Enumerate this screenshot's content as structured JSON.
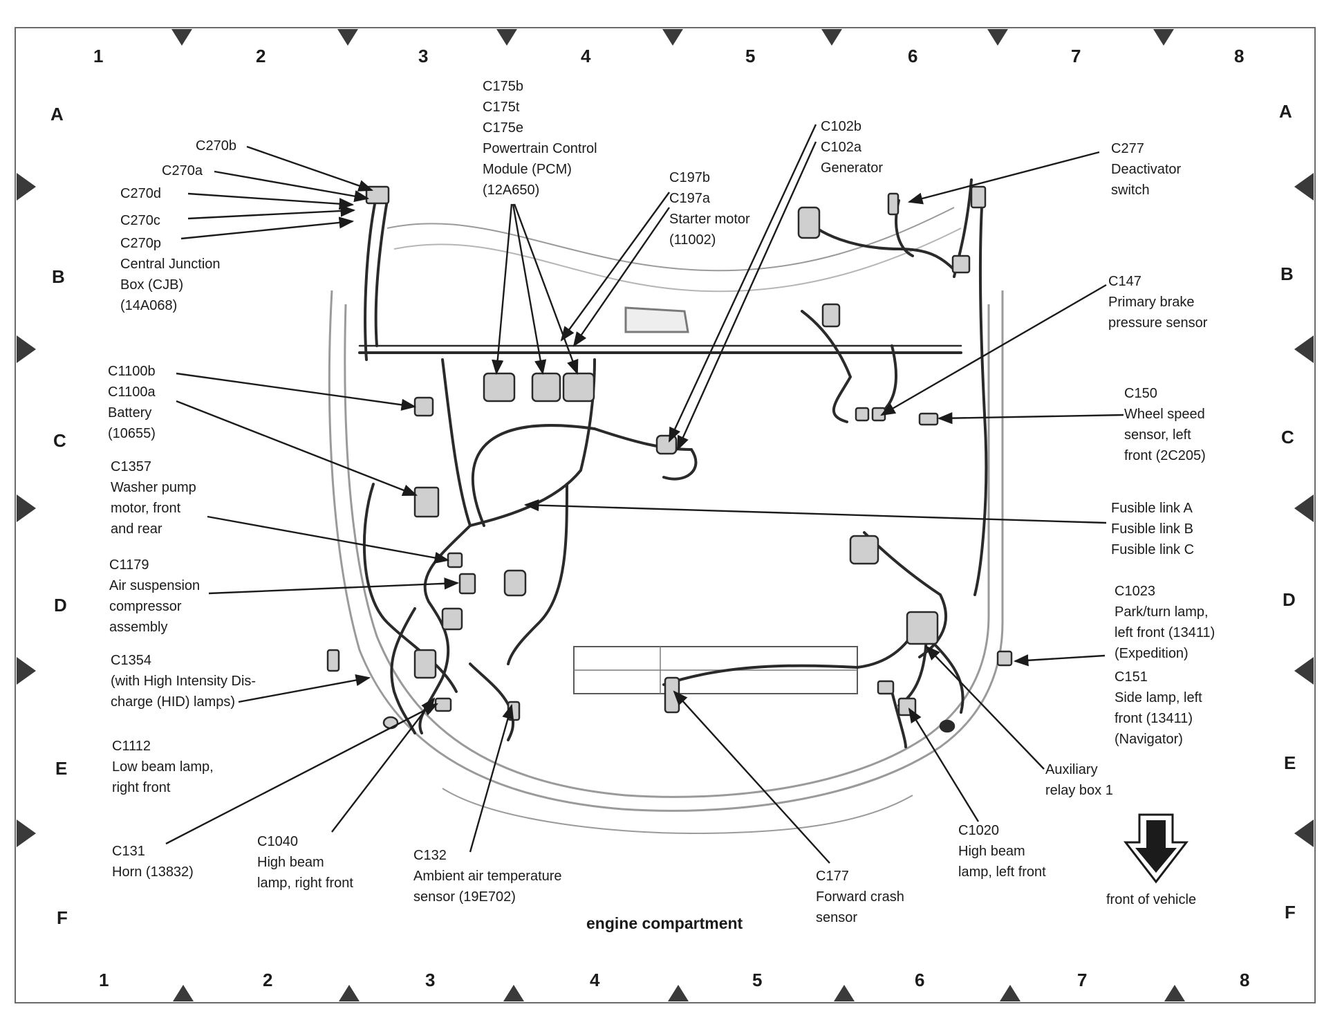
{
  "title": "engine compartment",
  "grid": {
    "columns": [
      "1",
      "2",
      "3",
      "4",
      "5",
      "6",
      "7",
      "8"
    ],
    "rows": [
      "A",
      "B",
      "C",
      "D",
      "E",
      "F"
    ]
  },
  "callouts": {
    "c270b": [
      "C270b"
    ],
    "c270a": [
      "C270a"
    ],
    "c270d": [
      "C270d"
    ],
    "c270c": [
      "C270c"
    ],
    "cjb": [
      "C270p",
      "Central Junction",
      "Box (CJB)",
      "(14A068)"
    ],
    "pcm": [
      "C175b",
      "C175t",
      "C175e",
      "Powertrain Control",
      "Module (PCM)",
      "(12A650)"
    ],
    "starter": [
      "C197b",
      "C197a",
      "Starter motor",
      "(11002)"
    ],
    "generator": [
      "C102b",
      "C102a",
      "Generator"
    ],
    "deactivator": [
      "C277",
      "Deactivator",
      "switch"
    ],
    "brake_sensor": [
      "C147",
      "Primary brake",
      "pressure sensor"
    ],
    "battery": [
      "C1100b",
      "C1100a",
      "Battery",
      "(10655)"
    ],
    "wheel_speed": [
      "C150",
      "Wheel speed",
      "sensor, left",
      "front (2C205)"
    ],
    "washer": [
      "C1357",
      "Washer pump",
      "motor, front",
      "and rear"
    ],
    "fusible": [
      "Fusible link A",
      "Fusible link B",
      "Fusible link C"
    ],
    "air_susp": [
      "C1179",
      "Air suspension",
      "compressor",
      "assembly"
    ],
    "park_turn": [
      "C1023",
      "Park/turn lamp,",
      "left front (13411)",
      "(Expedition)"
    ],
    "side_lamp": [
      "C151",
      "Side lamp, left",
      "front (13411)",
      "(Navigator)"
    ],
    "hid": [
      "C1354",
      "(with High Intensity Dis-",
      "charge (HID) lamps)"
    ],
    "low_beam": [
      "C1112",
      "Low beam lamp,",
      "right front"
    ],
    "aux_relay": [
      "Auxiliary",
      "relay box 1"
    ],
    "horn": [
      "C131",
      "Horn (13832)"
    ],
    "high_beam_r": [
      "C1040",
      "High beam",
      "lamp, right front"
    ],
    "ambient": [
      "C132",
      "Ambient air temperature",
      "sensor (19E702)"
    ],
    "crash": [
      "C177",
      "Forward crash",
      "sensor"
    ],
    "high_beam_l": [
      "C1020",
      "High beam",
      "lamp, left front"
    ],
    "front": [
      "front of vehicle"
    ]
  },
  "colors": {
    "ink": "#1b1b1b",
    "wire": "#2a2a2a",
    "body": "#9a9a9a",
    "shade": "#d9d9d9"
  }
}
